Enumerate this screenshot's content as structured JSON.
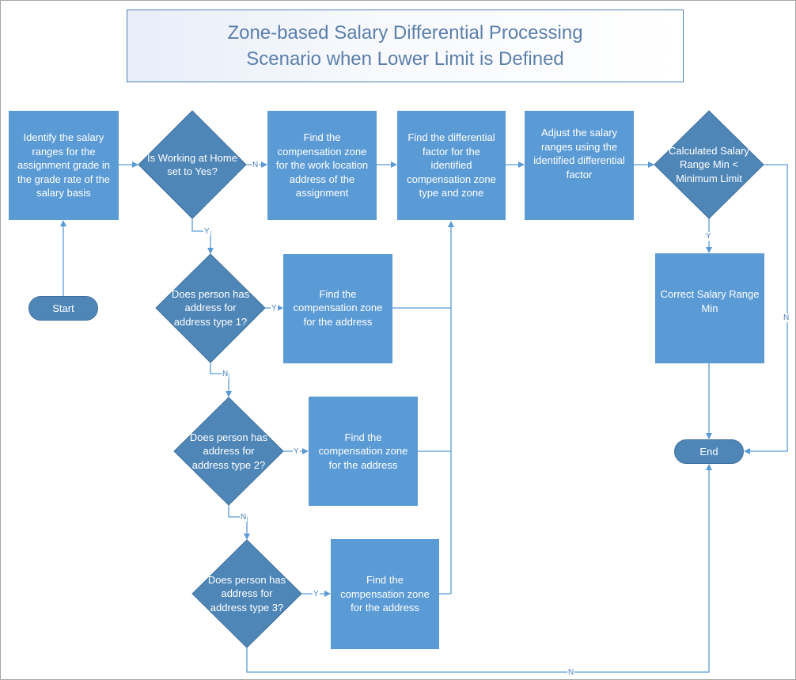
{
  "title": {
    "line1": "Zone-based Salary Differential Processing",
    "line2": "Scenario when Lower Limit is Defined"
  },
  "nodes": {
    "identify": "Identify the salary ranges for the assignment grade in the grade rate of the salary basis",
    "working_home": "Is Working at Home set to Yes?",
    "find_work_zone": "Find the compensation zone for the work location address of the assignment",
    "find_factor": "Find the differential factor for the identified compensation zone type and zone",
    "adjust": "Adjust the salary ranges using the identified differential factor",
    "calc_min": "Calculated Salary Range Min < Minimum Limit",
    "correct_min": "Correct Salary Range Min",
    "addr1_q": "Does person has address for address type 1?",
    "addr1_find": "Find the compensation zone for the address",
    "addr2_q": "Does person has address for address type 2?",
    "addr2_find": "Find the compensation zone for the address",
    "addr3_q": "Does person has address for address type 3?",
    "addr3_find": "Find the compensation zone for the address",
    "start": "Start",
    "end": "End"
  },
  "edge_labels": {
    "yes": "Y",
    "no": "N"
  },
  "colors": {
    "process_fill": "#5b9bd5",
    "decision_fill": "#4f86b8",
    "connector": "#5b9bd5",
    "title_text": "#5b7fab"
  }
}
